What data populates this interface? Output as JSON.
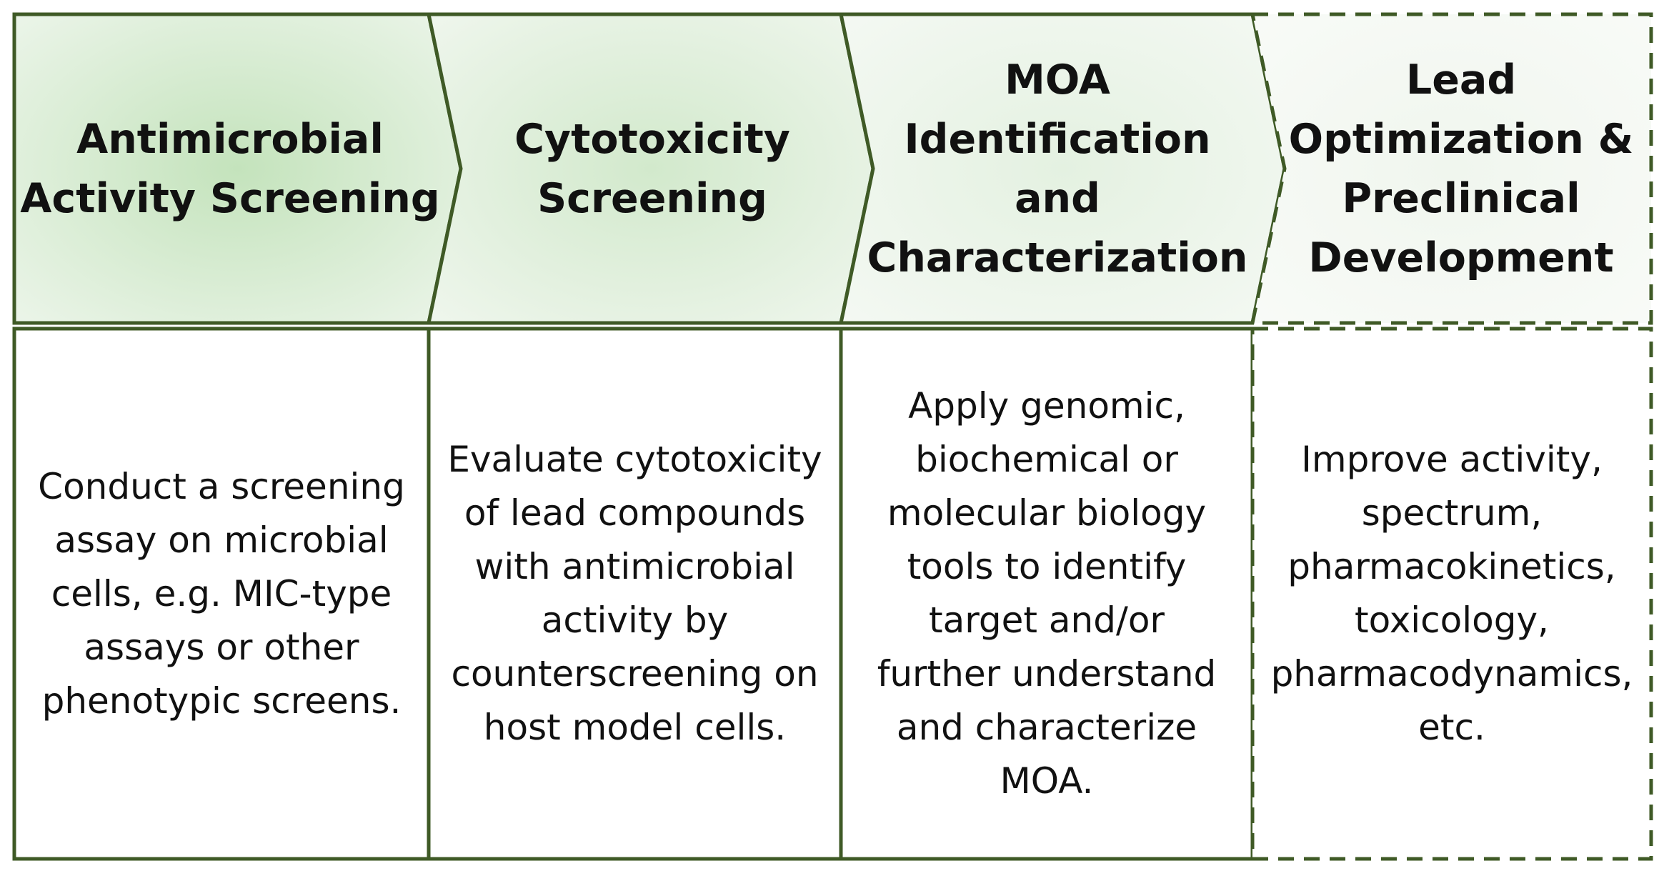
{
  "colors": {
    "border": "#3f5a26",
    "fill_strong": "#c4e3bc",
    "fill_medium": "#dcedd7",
    "fill_light": "#ecf5ea",
    "fill_faint": "#f5f9f4",
    "text": "#111111"
  },
  "stages": [
    {
      "title_lines": [
        "Antimicrobial",
        "Activity Screening"
      ],
      "description_lines": [
        "Conduct a screening",
        "assay on microbial",
        "cells, e.g. MIC-type",
        "assays or other",
        "phenotypic screens."
      ]
    },
    {
      "title_lines": [
        "Cytotoxicity",
        "Screening"
      ],
      "description_lines": [
        "Evaluate cytotoxicity",
        "of lead compounds",
        "with antimicrobial",
        "activity by",
        "counterscreening on",
        "host model cells."
      ]
    },
    {
      "title_lines": [
        "MOA",
        "Identification",
        "and",
        "Characterization"
      ],
      "description_lines": [
        "Apply genomic,",
        "biochemical or",
        "molecular biology",
        "tools to identify",
        "target and/or",
        "further understand",
        "and characterize",
        "MOA."
      ]
    },
    {
      "title_lines": [
        "Lead",
        "Optimization &",
        "Preclinical",
        "Development"
      ],
      "description_lines": [
        "Improve activity,",
        "spectrum,",
        "pharmacokinetics,",
        "toxicology,",
        "pharmacodynamics,",
        "etc."
      ]
    }
  ]
}
